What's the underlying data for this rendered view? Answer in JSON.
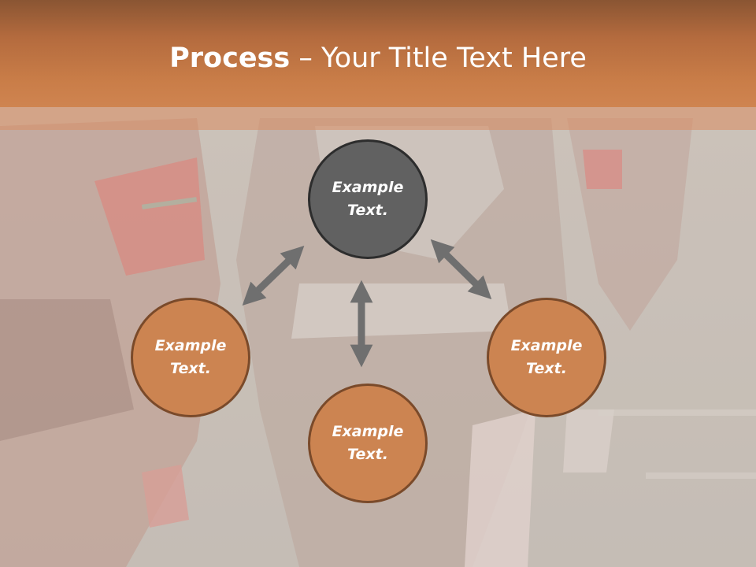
{
  "slide": {
    "title_bold": "Process",
    "title_rest": " – Your Title Text Here"
  },
  "diagram": {
    "top_node": {
      "line1": "Example",
      "line2": "Text."
    },
    "left_node": {
      "line1": "Example",
      "line2": "Text."
    },
    "bottom_node": {
      "line1": "Example",
      "line2": "Text."
    },
    "right_node": {
      "line1": "Example",
      "line2": "Text."
    }
  },
  "colors": {
    "banner": "#c97d48",
    "node_orange": "#cc8451",
    "node_orange_border": "#7a4a2a",
    "node_dark": "#616161",
    "node_dark_border": "#2d2d2d",
    "arrow": "#6f6f6f"
  }
}
